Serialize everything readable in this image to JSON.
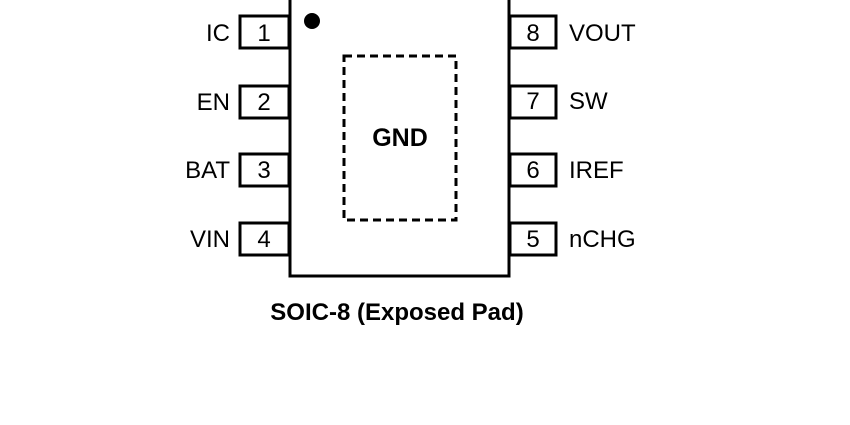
{
  "package": {
    "caption": "SOIC-8 (Exposed Pad)",
    "pad_label": "GND"
  },
  "pins_left": [
    {
      "number": "1",
      "name": "IC"
    },
    {
      "number": "2",
      "name": "EN"
    },
    {
      "number": "3",
      "name": "BAT"
    },
    {
      "number": "4",
      "name": "VIN"
    }
  ],
  "pins_right": [
    {
      "number": "8",
      "name": "VOUT"
    },
    {
      "number": "7",
      "name": "SW"
    },
    {
      "number": "6",
      "name": "IREF"
    },
    {
      "number": "5",
      "name": "nCHG"
    }
  ],
  "colors": {
    "stroke": "#000000",
    "background": "#ffffff"
  }
}
